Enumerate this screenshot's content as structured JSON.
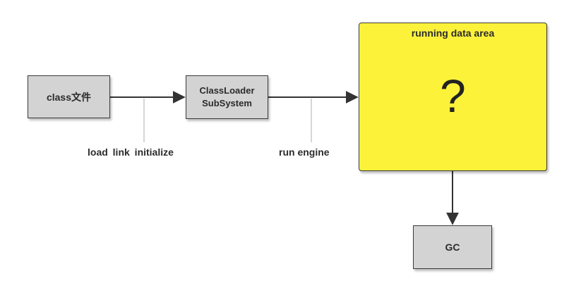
{
  "diagram": {
    "nodes": {
      "class_file": "class文件",
      "classloader_line1": "ClassLoader",
      "classloader_line2": "SubSystem",
      "runtime_title": "running data area",
      "runtime_mark": "?",
      "gc": "GC"
    },
    "edge_labels": {
      "stages": "load  link  initialize",
      "engine": "run engine"
    },
    "colors": {
      "box_fill": "#d3d3d3",
      "runtime_fill": "#fdf23a",
      "stroke": "#3a3a3a",
      "annotation_line": "#c8c8c8"
    }
  }
}
